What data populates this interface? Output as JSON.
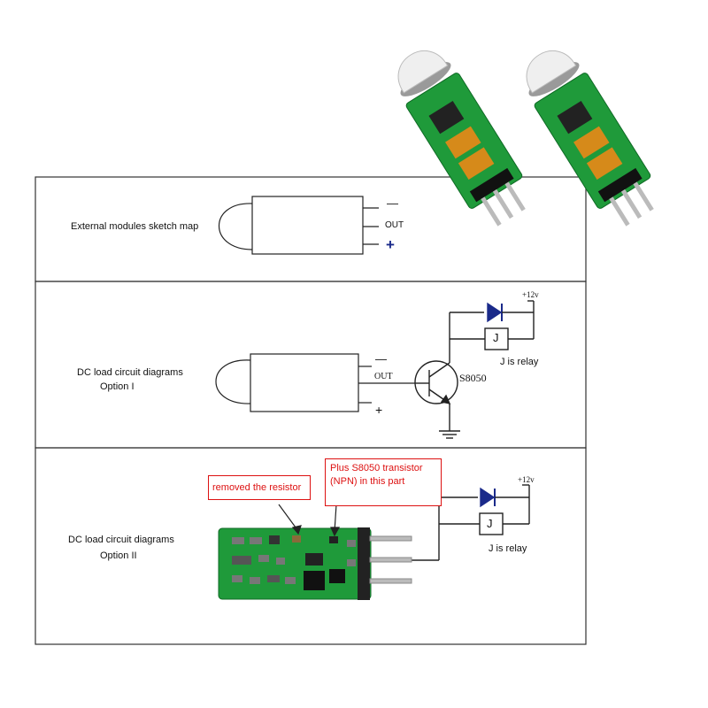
{
  "panels": {
    "sketch": {
      "caption": "External modules sketch map",
      "pin_minus": "—",
      "pin_out": "OUT",
      "pin_plus": "+"
    },
    "option1": {
      "caption_line1": "DC load circuit diagrams",
      "caption_line2": "Option  I",
      "pin_minus": "—",
      "pin_out": "OUT",
      "pin_plus": "+",
      "transistor": "S8050",
      "voltage": "+12v",
      "relay_symbol": "J",
      "relay_note": "J is relay"
    },
    "option2": {
      "caption_line1": "DC load circuit diagrams",
      "caption_line2": "Option II",
      "callout_resistor": "removed the resistor",
      "callout_transistor_line1": "Plus S8050 transistor",
      "callout_transistor_line2": "(NPN) in this part",
      "voltage": "+12v",
      "relay_symbol": "J",
      "relay_note": "J is relay"
    }
  },
  "colors": {
    "pcb_green": "#1f9a3a",
    "callout_red": "#dd1111",
    "line": "#222222",
    "plus_blue": "#1a2a8a"
  }
}
